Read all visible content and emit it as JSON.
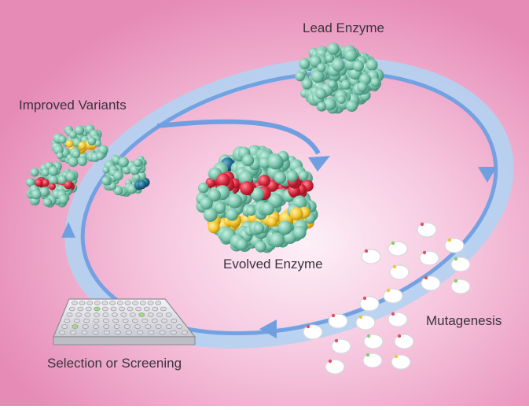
{
  "labels": {
    "lead_enzyme": "Lead Enzyme",
    "improved_variants": "Improved Variants",
    "evolved_enzyme": "Evolved Enzyme",
    "mutagenesis": "Mutagenesis",
    "selection": "Selection or Screening"
  },
  "colors": {
    "background_edge": "#e88fb8",
    "background_center": "#fdeef6",
    "cycle_band": "#b3d3f2",
    "arrow": "#6f9fe0",
    "protein": "#7fc8b0",
    "protein_shadow": "#4a8f7c",
    "mutation_red": "#d8243a",
    "mutation_yellow": "#f3c52d",
    "mutation_blue": "#1f6a8f",
    "plasmid": "#ffffff"
  },
  "icons": [
    "lead-enzyme-protein",
    "evolved-enzyme-protein",
    "variant-protein",
    "plasmid-ring",
    "well-plate",
    "cycle-arrow"
  ]
}
